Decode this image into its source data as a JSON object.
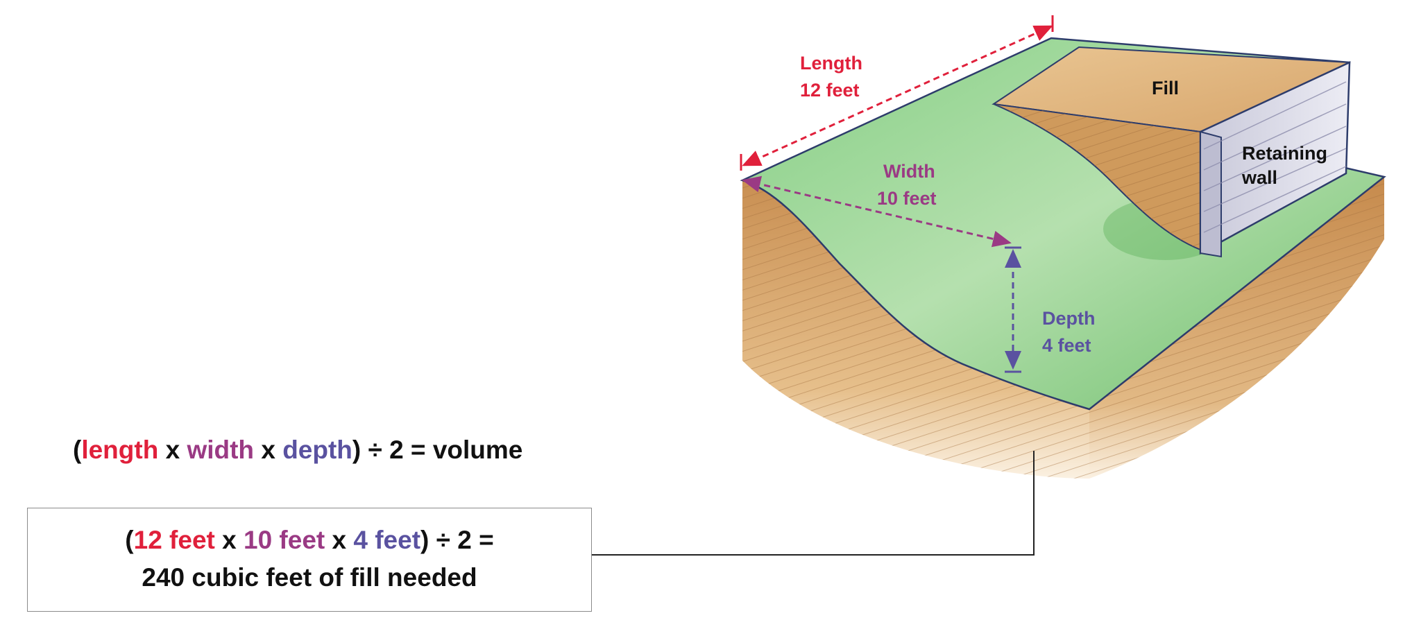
{
  "diagram": {
    "labels": {
      "length_title": "Length",
      "length_value": "12 feet",
      "width_title": "Width",
      "width_value": "10 feet",
      "depth_title": "Depth",
      "depth_value": "4 feet",
      "fill": "Fill",
      "wall_line1": "Retaining",
      "wall_line2": "wall"
    }
  },
  "formula": {
    "open": "(",
    "length": "length",
    "x1": " x ",
    "width": "width",
    "x2": " x ",
    "depth": "depth",
    "close": ") ÷ 2 = volume"
  },
  "calculation": {
    "open": "(",
    "length": "12 feet",
    "x1": " x ",
    "width": "10 feet",
    "x2": " x ",
    "depth": "4 feet",
    "close": ") ÷ 2 =",
    "result": "240 cubic feet of fill needed"
  },
  "colors": {
    "length": "#e0203b",
    "width": "#9a3a84",
    "depth": "#5a52a0",
    "grass": "#7cc47a",
    "soil": "#d9a86a",
    "wall": "#d8d8e6",
    "outline": "#2d3c6b"
  }
}
